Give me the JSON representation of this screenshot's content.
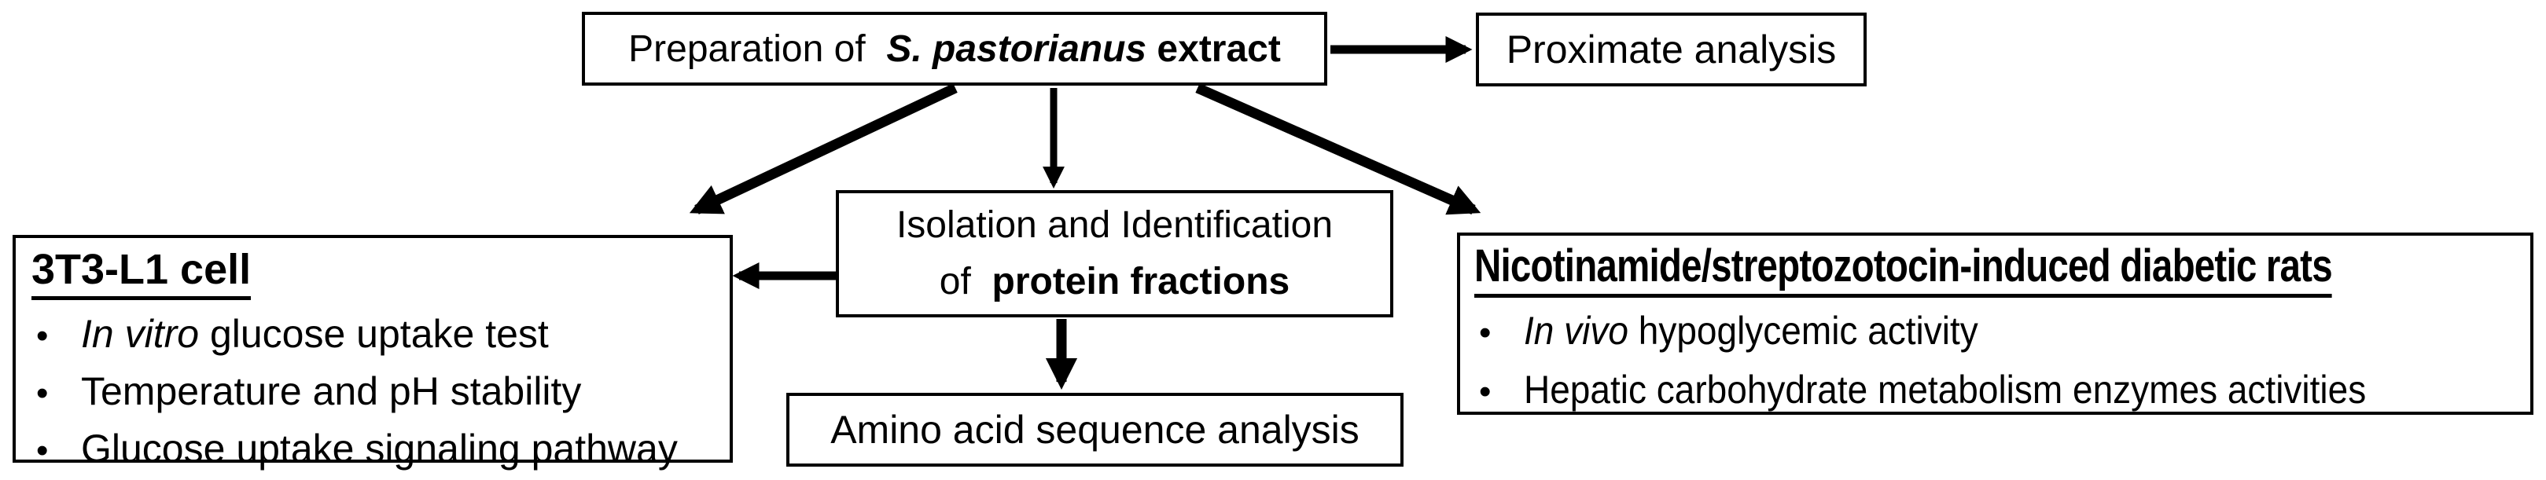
{
  "colors": {
    "ink": "#000000",
    "background": "#ffffff"
  },
  "glyphs": {
    "bullet": "•"
  },
  "nodes": {
    "preparation": {
      "part_regular": "Preparation of  ",
      "part_bold_italic": "S. pastorianus",
      "part_bold": " extract"
    },
    "proximate": {
      "label": "Proximate analysis"
    },
    "isolation": {
      "line1": "Isolation and Identification",
      "line2_regular": "of  ",
      "line2_bold": "protein fractions"
    },
    "cell_assays": {
      "heading": "3T3-L1 cell",
      "bullets": [
        {
          "italic": "In vitro",
          "rest": " glucose uptake test"
        },
        {
          "italic": "",
          "rest": "Temperature and pH stability"
        },
        {
          "italic": "",
          "rest": "Glucose uptake signaling pathway"
        }
      ]
    },
    "rat_assays": {
      "heading": "Nicotinamide/streptozotocin-induced diabetic rats",
      "bullets": [
        {
          "italic": "In vivo",
          "rest": " hypoglycemic activity"
        },
        {
          "italic": "",
          "rest": "Hepatic carbohydrate metabolism enzymes activities"
        }
      ]
    },
    "amino": {
      "label": "Amino acid sequence analysis"
    }
  },
  "edges": [
    {
      "from": "preparation-extract",
      "to": "proximate-analysis"
    },
    {
      "from": "preparation-extract",
      "to": "3t3-l1-cell"
    },
    {
      "from": "preparation-extract",
      "to": "isolation-identification"
    },
    {
      "from": "preparation-extract",
      "to": "diabetic-rats"
    },
    {
      "from": "isolation-identification",
      "to": "3t3-l1-cell"
    },
    {
      "from": "isolation-identification",
      "to": "amino-acid-sequence"
    }
  ]
}
